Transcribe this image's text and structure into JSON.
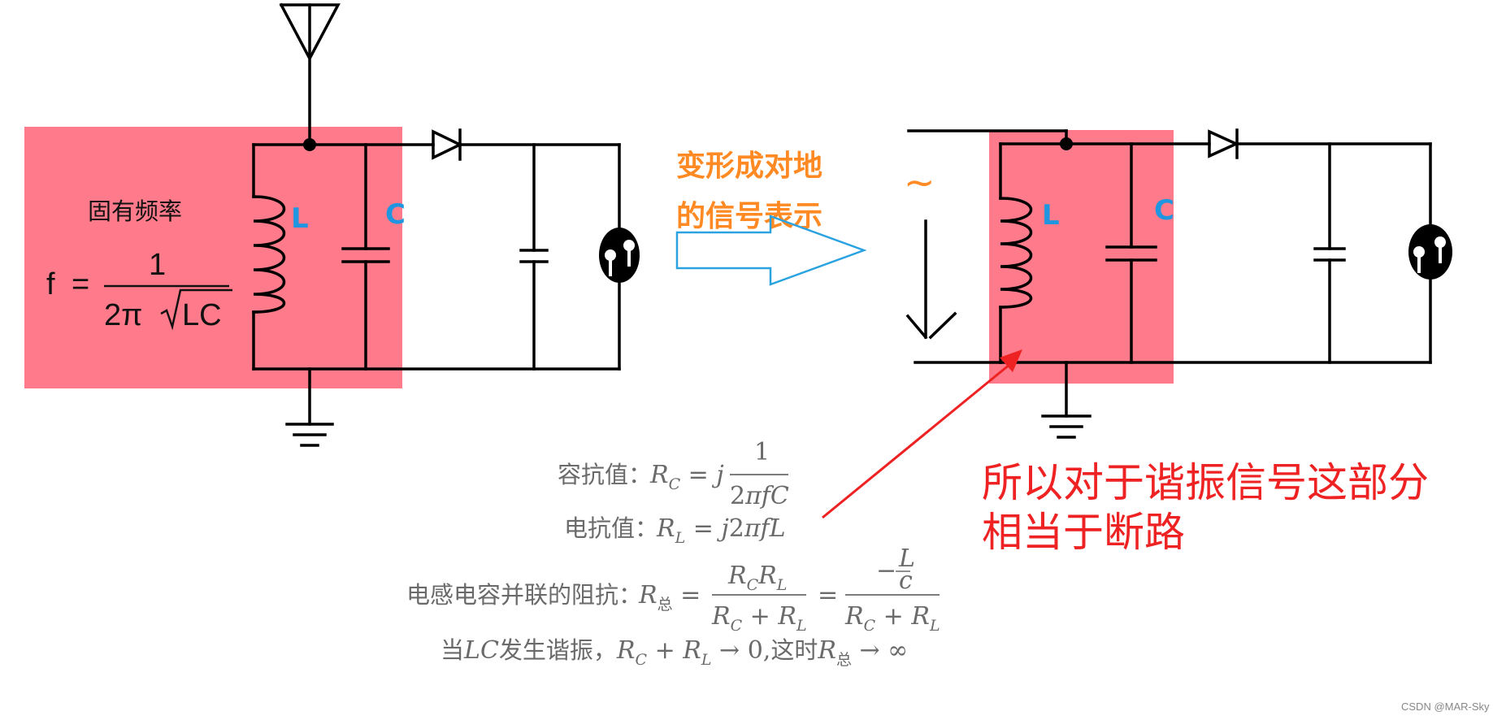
{
  "left_circuit": {
    "title": "固有频率",
    "formula_f": "f",
    "formula_eq": "=",
    "formula_num": "1",
    "formula_2pi": "2π",
    "formula_lc": "LC",
    "inductor_label": "L",
    "capacitor_label": "C"
  },
  "transform": {
    "line1": "变形成对地",
    "line2": "的信号表示"
  },
  "right_circuit": {
    "inductor_label": "L",
    "capacitor_label": "C",
    "source_symbol": "~"
  },
  "note": {
    "line1": "所以对于谐振信号这部分",
    "line2": "相当于断路"
  },
  "equations": {
    "capacitive_label": "容抗值：",
    "inductive_label": "电抗值：",
    "parallel_label": "电感电容并联的阻抗：",
    "resonance_prefix": "当",
    "resonance_mid": "发生谐振，",
    "resonance_then": "这时",
    "total_sub": "总"
  },
  "watermark": "CSDN @MAR-Sky",
  "colors": {
    "highlight": "#ff7a8a",
    "label_blue": "#2196e0",
    "orange": "#ff8a24",
    "red": "#ee2222",
    "arrow_blue": "#2aa3e0"
  }
}
